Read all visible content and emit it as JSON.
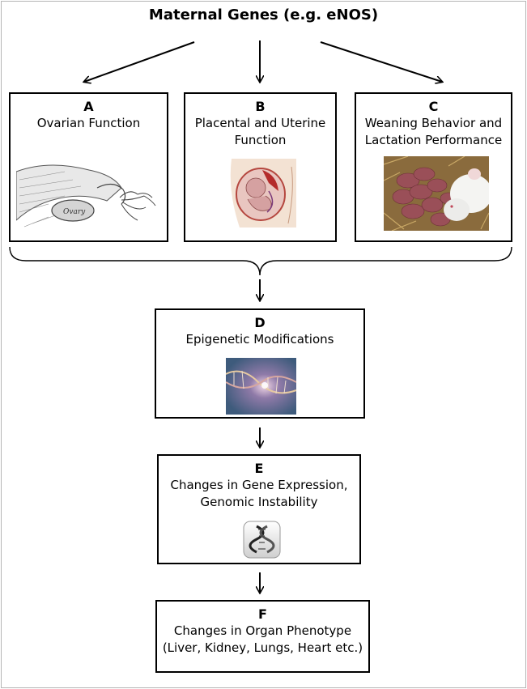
{
  "title": "Maternal Genes (e.g. eNOS)",
  "boxes": {
    "a": {
      "letter": "A",
      "label_lines": [
        "Ovarian Function"
      ],
      "image_text": "Ovary"
    },
    "b": {
      "letter": "B",
      "label_lines": [
        "Placental and Uterine",
        "Function"
      ]
    },
    "c": {
      "letter": "C",
      "label_lines": [
        "Weaning Behavior and",
        "Lactation Performance"
      ]
    },
    "d": {
      "letter": "D",
      "label_lines": [
        "Epigenetic Modifications"
      ]
    },
    "e": {
      "letter": "E",
      "label_lines": [
        "Changes in Gene Expression,",
        "Genomic Instability"
      ]
    },
    "f": {
      "letter": "F",
      "label_lines": [
        "Changes in Organ Phenotype",
        "(Liver, Kidney, Lungs, Heart etc.)"
      ]
    }
  },
  "colors": {
    "line": "#000000",
    "frame": "#b5b5b5"
  },
  "images": {
    "a": "ovary-illustration",
    "b": "pregnancy-uterus-illustration",
    "c": "mouse-with-pups-photo",
    "d": "dna-helix-photo",
    "e": "dna-app-icon"
  }
}
